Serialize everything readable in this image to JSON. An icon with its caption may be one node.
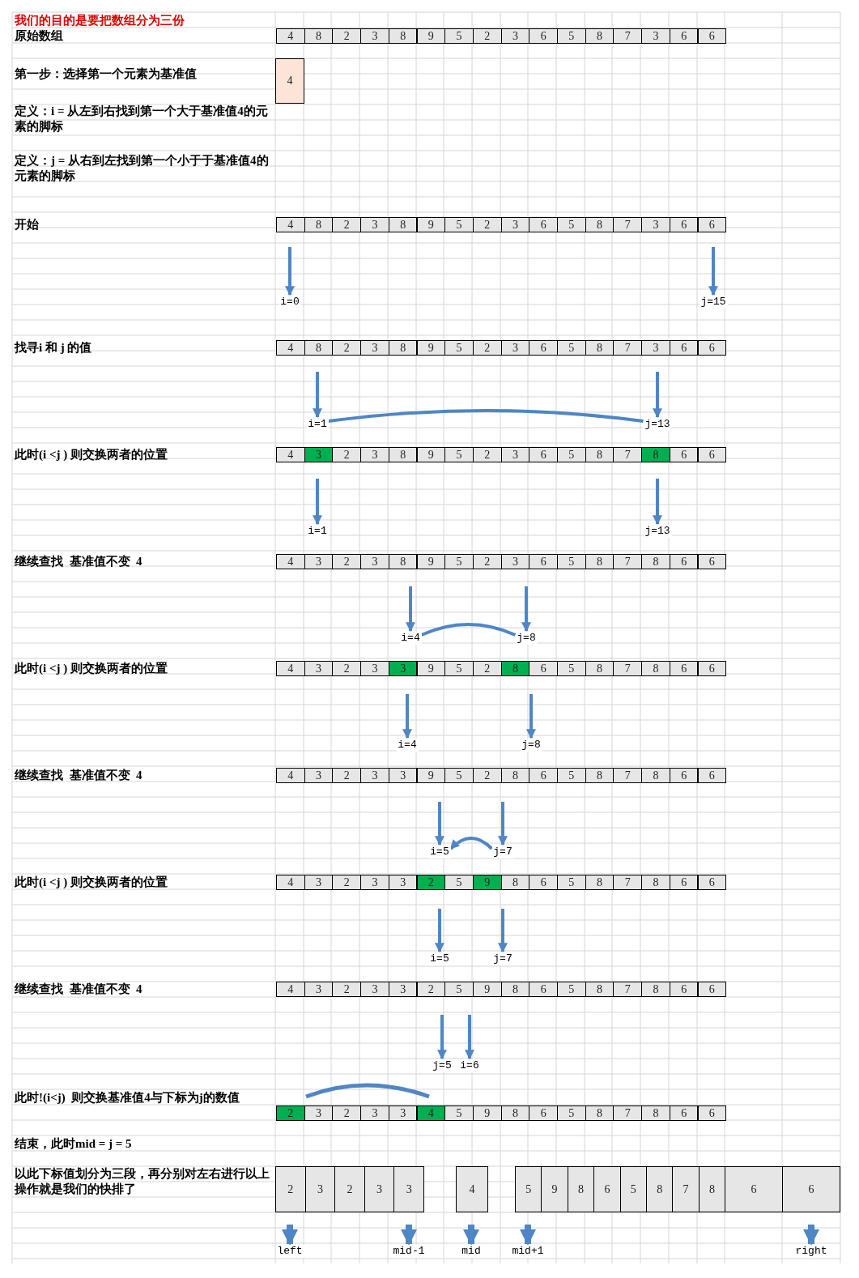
{
  "diagram": {
    "title": "我们的目的是要把数组分为三份",
    "nodes": [
      {
        "text": [
          "i=0"
        ]
      },
      {
        "text": [
          "j=15"
        ]
      },
      {
        "text": [
          "i=1"
        ]
      },
      {
        "text": [
          "j=13"
        ]
      },
      {
        "text": [
          "i=1"
        ]
      },
      {
        "text": [
          "j=13"
        ]
      },
      {
        "text": [
          "i=4"
        ]
      },
      {
        "text": [
          "j=8"
        ]
      },
      {
        "text": [
          "i=4"
        ]
      },
      {
        "text": [
          "j=8"
        ]
      },
      {
        "text": [
          "i=5"
        ]
      },
      {
        "text": [
          "j=7"
        ]
      },
      {
        "text": [
          "i=5"
        ]
      },
      {
        "text": [
          "j=7"
        ]
      },
      {
        "text": [
          "j=5"
        ]
      },
      {
        "text": [
          "i=6"
        ]
      },
      {
        "text": [
          "left"
        ]
      },
      {
        "text": [
          "mid-1"
        ]
      },
      {
        "text": [
          "mid"
        ]
      },
      {
        "text": [
          "mid+1"
        ]
      },
      {
        "text": [
          "right"
        ]
      }
    ],
    "edges": [
      {
        "from": null,
        "to": 0,
        "arrow": "to"
      },
      {
        "from": null,
        "to": 1,
        "arrow": "to"
      },
      {
        "from": null,
        "to": 2,
        "arrow": "to"
      },
      {
        "from": null,
        "to": 3,
        "arrow": "to"
      },
      {
        "from": 2,
        "to": 3,
        "arrow": "none"
      },
      {
        "from": null,
        "to": 4,
        "arrow": "to"
      },
      {
        "from": null,
        "to": 5,
        "arrow": "to"
      },
      {
        "from": null,
        "to": 6,
        "arrow": "to"
      },
      {
        "from": null,
        "to": 7,
        "arrow": "to"
      },
      {
        "from": 6,
        "to": 7,
        "arrow": "none"
      },
      {
        "from": null,
        "to": 8,
        "arrow": "to"
      },
      {
        "from": null,
        "to": 9,
        "arrow": "to"
      },
      {
        "from": null,
        "to": 10,
        "arrow": "to"
      },
      {
        "from": null,
        "to": 11,
        "arrow": "to"
      },
      {
        "from": 11,
        "to": 10,
        "arrow": "to"
      },
      {
        "from": null,
        "to": 12,
        "arrow": "to"
      },
      {
        "from": null,
        "to": 13,
        "arrow": "to"
      },
      {
        "from": null,
        "to": 14,
        "arrow": "to"
      },
      {
        "from": null,
        "to": 15,
        "arrow": "to"
      },
      {
        "from": null,
        "to": 16,
        "arrow": "to",
        "style": "thick"
      },
      {
        "from": null,
        "to": 17,
        "arrow": "to",
        "style": "thick"
      },
      {
        "from": null,
        "to": 18,
        "arrow": "to",
        "style": "thick"
      },
      {
        "from": null,
        "to": 19,
        "arrow": "to",
        "style": "thick"
      },
      {
        "from": null,
        "to": 20,
        "arrow": "to",
        "style": "thick"
      }
    ],
    "labels": [
      "原始数组",
      "4",
      "8",
      "2",
      "3",
      "8",
      "9",
      "5",
      "2",
      "3",
      "6",
      "5",
      "8",
      "7",
      "3",
      "6",
      "6",
      "第一步：选择第一个元素为基准值",
      "4",
      "定义：i = 从左到右找到第一个大于基准值4的元素的脚标",
      "定义：j = 从右到左找到第一个小于于基准值4的元素的脚标",
      "开始",
      "4",
      "8",
      "2",
      "3",
      "8",
      "9",
      "5",
      "2",
      "3",
      "6",
      "5",
      "8",
      "7",
      "3",
      "6",
      "6",
      "找寻i 和 j 的值",
      "4",
      "8",
      "2",
      "3",
      "8",
      "9",
      "5",
      "2",
      "3",
      "6",
      "5",
      "8",
      "7",
      "3",
      "6",
      "6",
      "此时(i <j ) 则交换两者的位置",
      "4",
      "3",
      "2",
      "3",
      "8",
      "9",
      "5",
      "2",
      "3",
      "6",
      "5",
      "8",
      "7",
      "8",
      "6",
      "6",
      "继续查找  基准值不变  4",
      "4",
      "3",
      "2",
      "3",
      "8",
      "9",
      "5",
      "2",
      "3",
      "6",
      "5",
      "8",
      "7",
      "8",
      "6",
      "6",
      "此时(i <j ) 则交换两者的位置",
      "4",
      "3",
      "2",
      "3",
      "3",
      "9",
      "5",
      "2",
      "8",
      "6",
      "5",
      "8",
      "7",
      "8",
      "6",
      "6",
      "继续查找  基准值不变  4",
      "4",
      "3",
      "2",
      "3",
      "3",
      "9",
      "5",
      "2",
      "8",
      "6",
      "5",
      "8",
      "7",
      "8",
      "6",
      "6",
      "此时(i <j ) 则交换两者的位置",
      "4",
      "3",
      "2",
      "3",
      "3",
      "2",
      "5",
      "9",
      "8",
      "6",
      "5",
      "8",
      "7",
      "8",
      "6",
      "6",
      "继续查找  基准值不变  4",
      "4",
      "3",
      "2",
      "3",
      "3",
      "2",
      "5",
      "9",
      "8",
      "6",
      "5",
      "8",
      "7",
      "8",
      "6",
      "6",
      "此时!(i<j)  则交换基准值4与下标为j的数值",
      "2",
      "3",
      "2",
      "3",
      "3",
      "4",
      "5",
      "9",
      "8",
      "6",
      "5",
      "8",
      "7",
      "8",
      "6",
      "6",
      "结束，此时mid = j = 5",
      "以此下标值划分为三段，再分别对左右进行以上操作就是我们的快排了",
      "2",
      "3",
      "2",
      "3",
      "3",
      "4",
      "5",
      "9",
      "8",
      "6",
      "5",
      "8",
      "7",
      "8",
      "6",
      "6"
    ]
  }
}
